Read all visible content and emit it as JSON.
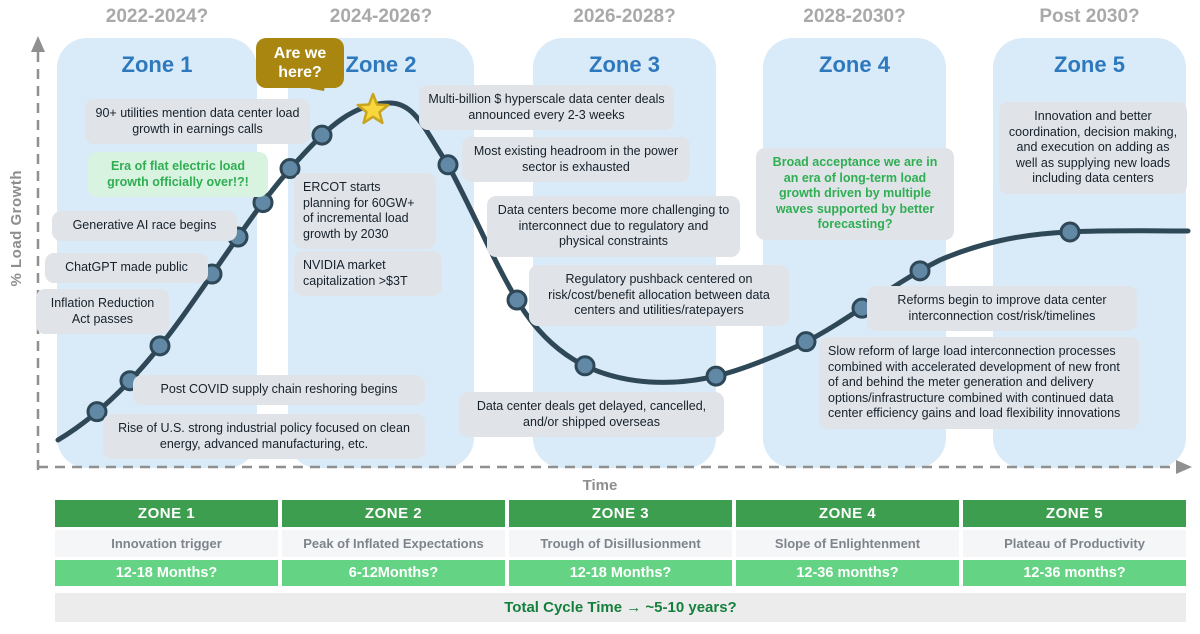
{
  "axes": {
    "y": "% Load Growth",
    "x": "Time"
  },
  "timeline": [
    "2022-2024?",
    "2024-2026?",
    "2026-2028?",
    "2028-2030?",
    "Post 2030?"
  ],
  "zones": [
    "Zone 1",
    "Zone 2",
    "Zone 3",
    "Zone 4",
    "Zone 5"
  ],
  "callout": "Are we here?",
  "annotations": {
    "utilities": "90+ utilities mention data center load growth in earnings calls",
    "era_flat": "Era of flat electric load growth officially over!?!",
    "generative_ai": "Generative AI race begins",
    "chatgpt": "ChatGPT made public",
    "ira": "Inflation Reduction Act passes",
    "covid": "Post COVID supply chain reshoring begins",
    "industrial_policy": "Rise of U.S. strong industrial policy focused on clean energy, advanced manufacturing, etc.",
    "ercot": "ERCOT starts planning for 60GW+ of incremental load growth by 2030",
    "nvidia": "NVIDIA market capitalization >$3T",
    "hyperscale": "Multi-billion $ hyperscale data center deals announced every 2-3 weeks",
    "headroom": "Most existing headroom in the power sector is exhausted",
    "interconnect": "Data centers become more challenging to interconnect due to regulatory and physical constraints",
    "pushback": "Regulatory pushback centered on risk/cost/benefit allocation between data centers and utilities/ratepayers",
    "delayed": "Data center deals get delayed, cancelled, and/or shipped overseas",
    "broad_acceptance": "Broad acceptance we are in an era of long-term load growth driven by multiple waves supported by better forecasting?",
    "reforms": "Reforms begin to improve data center interconnection cost/risk/timelines",
    "slow_reform": "Slow reform of large load interconnection processes combined with accelerated development of new front of and behind the meter generation and delivery options/infrastructure combined with continued data center efficiency gains and load flexibility innovations",
    "innovation": "Innovation and better coordination, decision making, and execution on adding as well as supplying new loads including data centers"
  },
  "curve": {
    "dots_x": [
      97,
      130,
      160,
      212,
      238,
      263,
      290,
      322,
      448,
      517,
      585,
      716,
      806,
      862,
      920,
      1070
    ]
  },
  "table": {
    "headers": [
      "ZONE 1",
      "ZONE 2",
      "ZONE 3",
      "ZONE 4",
      "ZONE 5"
    ],
    "phases": [
      "Innovation trigger",
      "Peak of Inflated Expectations",
      "Trough of Disillusionment",
      "Slope of Enlightenment",
      "Plateau of Productivity"
    ],
    "durations": [
      "12-18 Months?",
      "6-12Months?",
      "12-18 Months?",
      "12-36 months?",
      "12-36 months?"
    ],
    "total": "Total Cycle Time → ~5-10 years?"
  },
  "colors": {
    "zone_band": "#d9eaf8",
    "zone_label": "#2e79bd",
    "green_accent": "#2fae52",
    "gold_callout": "#a8860f",
    "curve": "#2f4858",
    "table_header_green": "#3d9e4f",
    "duration_green": "#65d384"
  }
}
